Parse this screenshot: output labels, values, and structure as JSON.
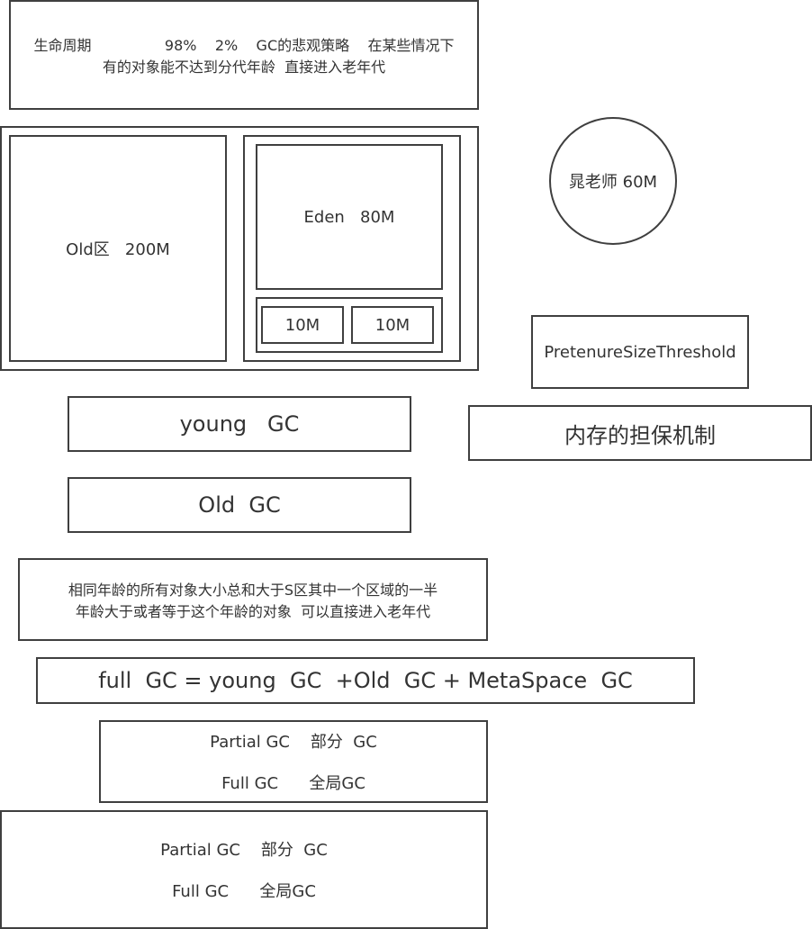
{
  "lifecycle": {
    "line1": "生命周期                98%    2%    GC的悲观策略    在某些情况下",
    "line2": "有的对象能不达到分代年龄  直接进入老年代"
  },
  "heap": {
    "old_label": "Old区   200M",
    "eden_label": "Eden   80M",
    "survivor1_label": "10M",
    "survivor2_label": "10M"
  },
  "teacher_label": "晁老师 60M",
  "threshold_label": "PretenureSizeThreshold",
  "guarantee_label": "内存的担保机制",
  "young_gc_label": "young   GC",
  "old_gc_label": "Old  GC",
  "age_rule": {
    "line1": "相同年龄的所有对象大小总和大于S区其中一个区域的一半",
    "line2": "年龄大于或者等于这个年龄的对象  可以直接进入老年代"
  },
  "full_gc_formula": "full  GC = young  GC  +Old  GC + MetaSpace  GC",
  "gc_terms_1": {
    "partial": "Partial GC    部分  GC",
    "full": "Full GC      全局GC"
  },
  "gc_terms_2": {
    "partial": "Partial GC    部分  GC",
    "full": "Full GC      全局GC"
  }
}
